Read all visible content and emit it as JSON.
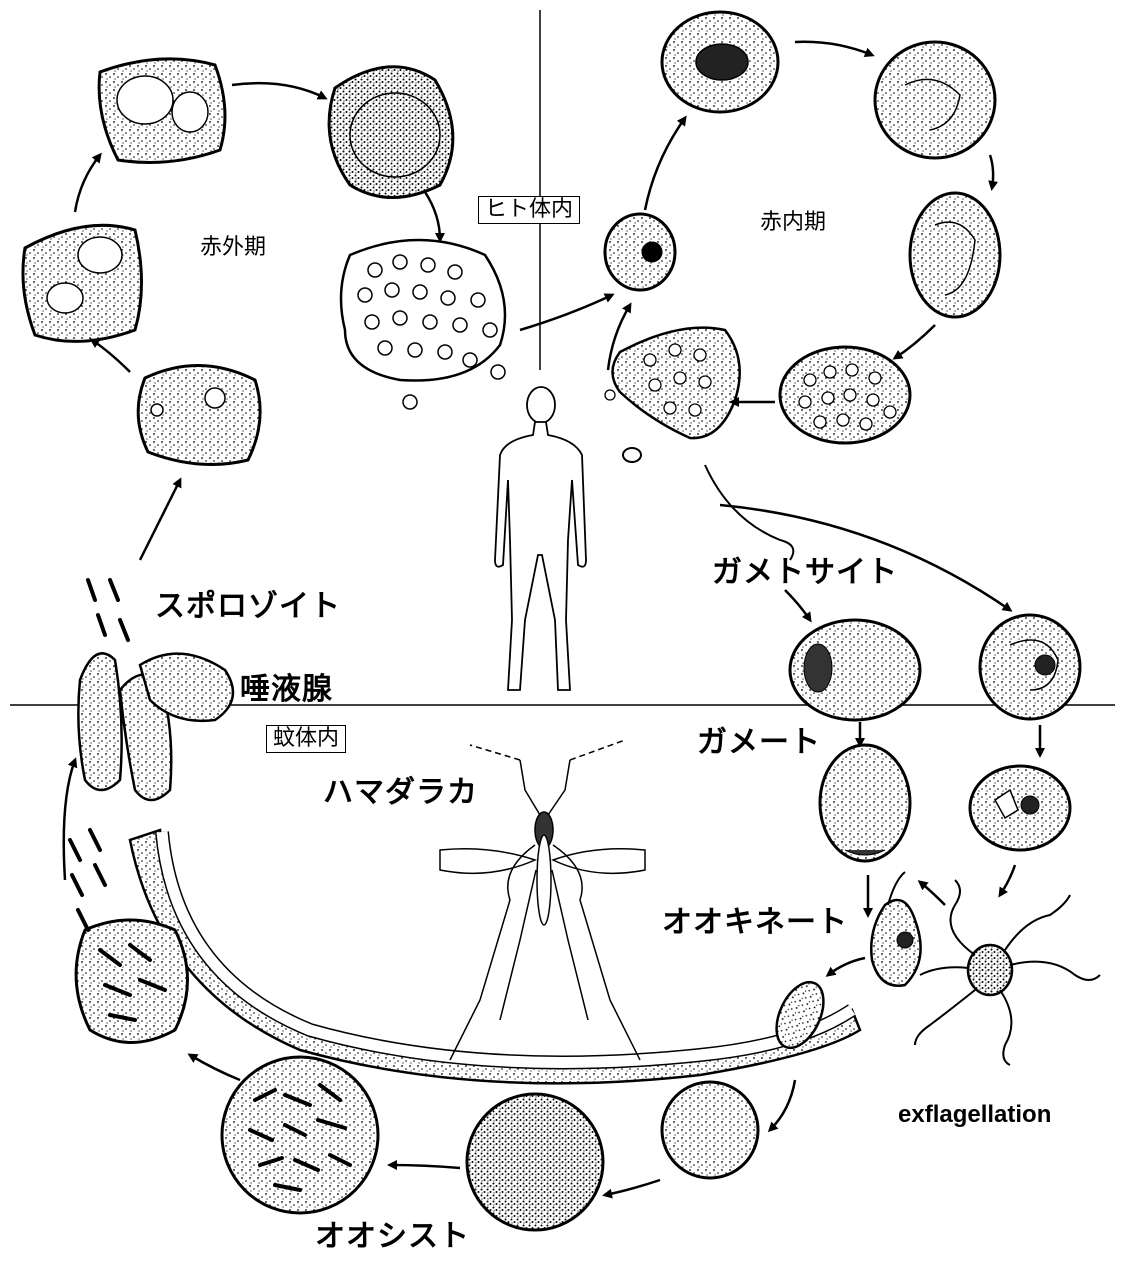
{
  "labels": {
    "liver_stage": "赤外期",
    "blood_stage": "赤内期",
    "human_body": "ヒト体内",
    "mosquito_body": "蚊体内",
    "sporozoite": "スポロゾイト",
    "salivary_gland": "唾液腺",
    "gametocyte": "ガメトサイト",
    "gamete": "ガメート",
    "anopheles": "ハマダラカ",
    "ookinete": "オオキネート",
    "oocyst": "オオシスト",
    "exflagellation": "exflagellation"
  }
}
